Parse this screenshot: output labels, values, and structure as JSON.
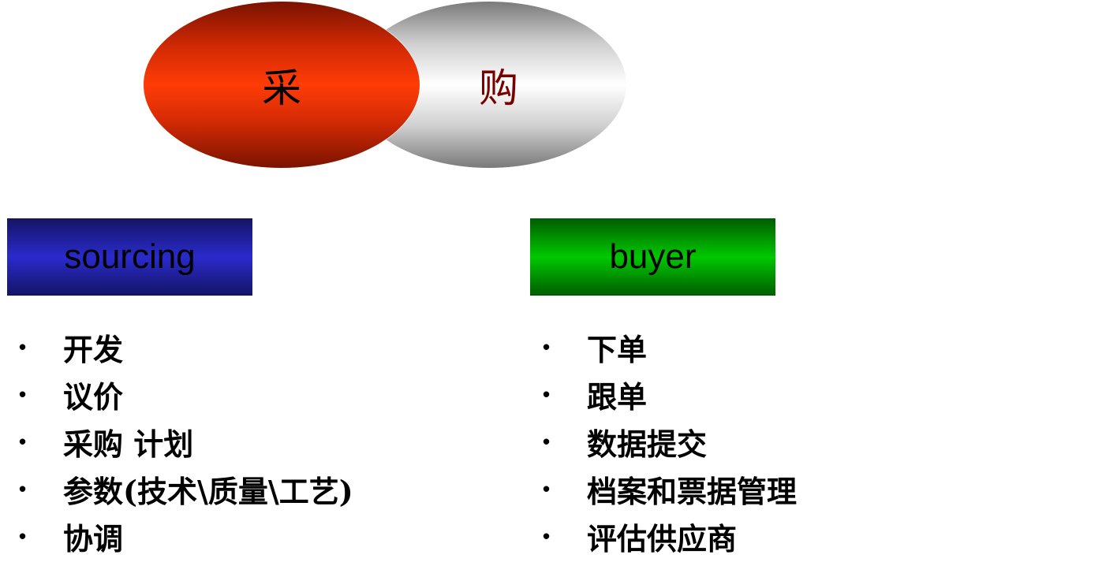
{
  "venn": {
    "left_char": "采",
    "right_char": "购",
    "colors": {
      "left": "#ff3c06",
      "right": "#ffffff",
      "right_text": "#7a0000"
    }
  },
  "categories": {
    "sourcing": {
      "label": "sourcing",
      "color": "#2a2acc",
      "items": [
        "开发",
        "议价",
        "采购 计划",
        "参数(技术\\质量\\工艺)",
        "协调"
      ]
    },
    "buyer": {
      "label": "buyer",
      "color": "#00c800",
      "items": [
        "下单",
        "跟单",
        "数据提交",
        "档案和票据管理",
        "评估供应商"
      ]
    }
  },
  "bullet_char": "•"
}
